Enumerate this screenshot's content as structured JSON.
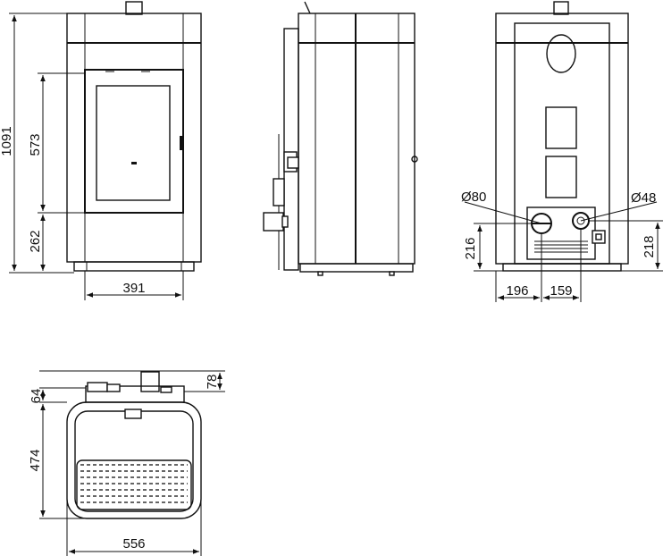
{
  "dimensions": {
    "front_total_height": "1091",
    "front_door_height": "573",
    "front_door_bottom": "262",
    "front_door_width": "391",
    "back_flue_diameter": "Ø80",
    "back_inlet_diameter": "Ø48",
    "back_flue_height": "216",
    "back_inlet_height": "218",
    "back_flue_offset": "196",
    "back_inlet_offset": "159",
    "top_rear_a": "64",
    "top_rear_b": "78",
    "top_depth": "474",
    "top_width": "556"
  }
}
